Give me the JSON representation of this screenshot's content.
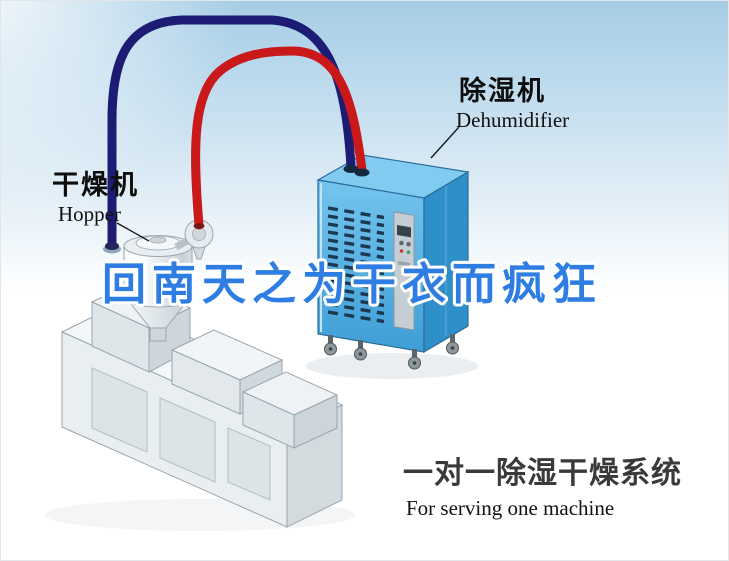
{
  "labels": {
    "dryer": {
      "title_zh": "干燥机",
      "subtitle_en": "Hopper"
    },
    "dehumidifier": {
      "title_zh": "除湿机",
      "subtitle_en": "Dehumidifier"
    }
  },
  "watermark": {
    "text": "回南天之为干衣而疯狂",
    "color": "#2d7de2"
  },
  "caption": {
    "title_zh": "一对一除湿干燥系统",
    "subtitle_en": "For serving one machine"
  },
  "colors": {
    "pipe_red": "#c9191a",
    "pipe_navy": "#1c1c74",
    "dehumidifier_front": "#57b5e6",
    "background_sky": "#a6cde5"
  }
}
